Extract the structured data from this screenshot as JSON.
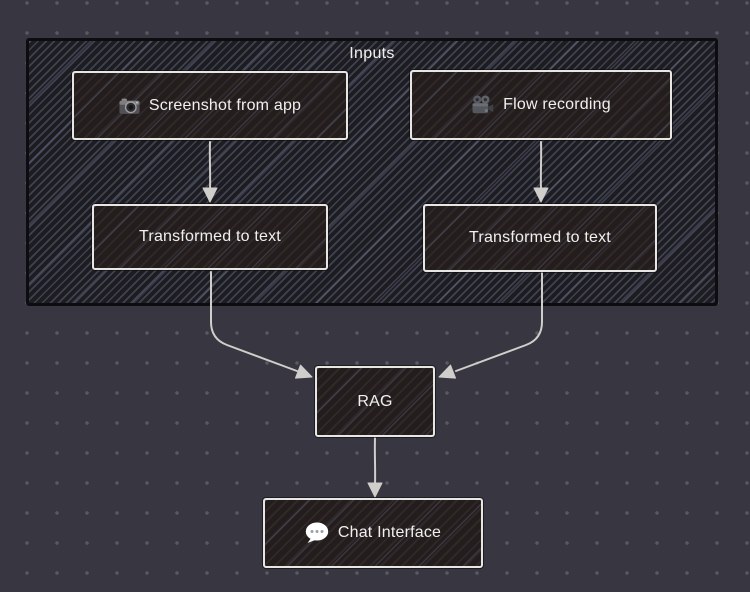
{
  "colors": {
    "background": "#383641",
    "grid_dot": "#5b5863",
    "group_fill": "#1d1c21",
    "group_border": "#0d0c10",
    "node_fill": "#241d1d",
    "node_border": "#e8e6e2",
    "text": "#f1f0ee",
    "arrow": "#d0cecb"
  },
  "diagram": {
    "inputs_group_label": "Inputs",
    "nodes": {
      "screenshot_from_app": {
        "label": "Screenshot from app",
        "icon": "camera-icon"
      },
      "flow_recording": {
        "label": "Flow recording",
        "icon": "movie-camera-icon"
      },
      "transformed_left": {
        "label": "Transformed to text"
      },
      "transformed_right": {
        "label": "Transformed to text"
      },
      "rag": {
        "label": "RAG"
      },
      "chat_interface": {
        "label": "Chat Interface",
        "icon": "speech-balloon-icon"
      }
    },
    "edges": [
      {
        "from": "screenshot_from_app",
        "to": "transformed_left"
      },
      {
        "from": "flow_recording",
        "to": "transformed_right"
      },
      {
        "from": "transformed_left",
        "to": "rag"
      },
      {
        "from": "transformed_right",
        "to": "rag"
      },
      {
        "from": "rag",
        "to": "chat_interface"
      }
    ]
  }
}
